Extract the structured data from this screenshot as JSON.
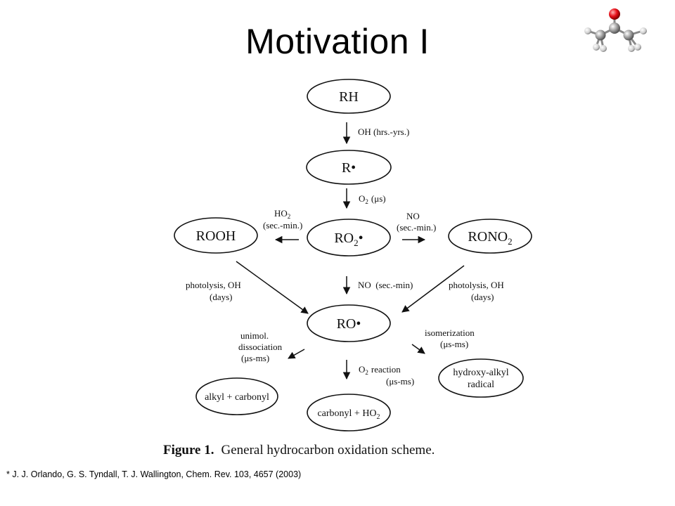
{
  "slide": {
    "title": "Motivation I",
    "citation": "* J. J. Orlando, G. S. Tyndall, T. J. Wallington, Chem. Rev. 103, 4657 (2003)"
  },
  "figure": {
    "caption_prefix": "Figure 1.",
    "caption_text": "General hydrocarbon oxidation scheme.",
    "nodes": {
      "rh": "RH",
      "r": "R•",
      "ro2": "RO",
      "ro2_sub": "2",
      "ro2_tail": "•",
      "rooh": "ROOH",
      "rono2": "RONO",
      "rono2_sub": "2",
      "ro": "RO•",
      "alkyl_carbonyl": "alkyl + carbonyl",
      "carbonyl_ho2": "carbonyl + HO",
      "carbonyl_ho2_sub": "2",
      "hydroxy_alkyl_1": "hydroxy-alkyl",
      "hydroxy_alkyl_2": "radical"
    },
    "labels": {
      "oh_hrs": "OH (hrs.-yrs.)",
      "o2": "O",
      "o2_sub": "2",
      "o2_tail": "(μs)",
      "ho2": "HO",
      "ho2_sub": "2",
      "ho2_time": "(sec.-min.)",
      "no": "NO",
      "no_time": "(sec.-min.)",
      "no_sec": "NO  (sec.-min)",
      "photolysis_left_1": "photolysis, OH",
      "photolysis_left_2": "(days)",
      "photolysis_right_1": "photolysis, OH",
      "photolysis_right_2": "(days)",
      "unimol_1": "unimol.",
      "unimol_2": "dissociation",
      "unimol_3": "(μs-ms)",
      "isom_1": "isomerization",
      "isom_2": "(μs-ms)",
      "o2_reaction": "O",
      "o2_reaction_sub": "2",
      "o2_reaction_tail": "reaction",
      "o2_reaction_time": "(μs-ms)"
    }
  },
  "colors": {
    "ink": "#111111",
    "molecule_carbon": "#9a9a9a",
    "molecule_oxygen": "#e8101a",
    "molecule_hydrogen": "#d8d8d8"
  }
}
